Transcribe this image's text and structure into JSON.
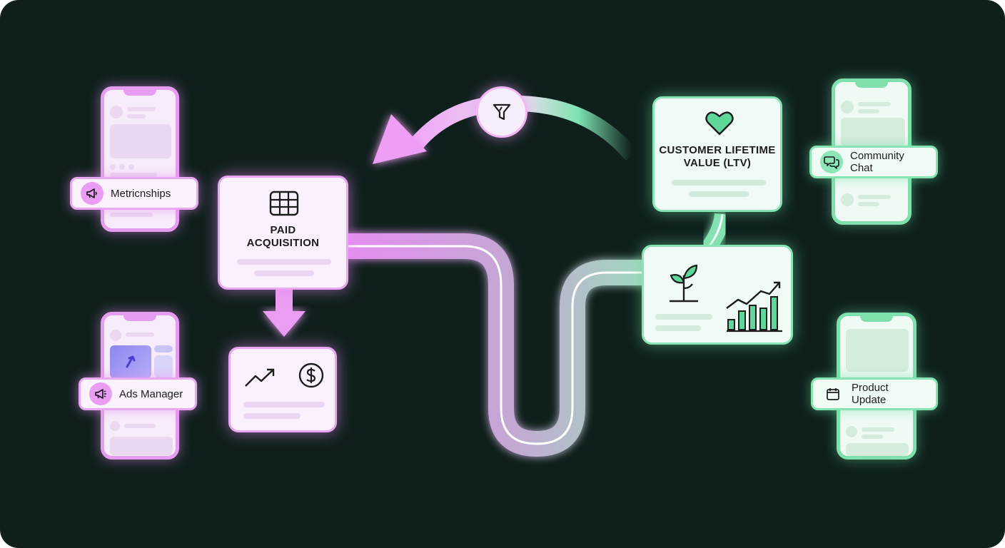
{
  "colors": {
    "background": "#0f1f1c",
    "pink_accent": "#e69cf0",
    "green_accent": "#7fe0ad"
  },
  "left_pills": {
    "metricnships": {
      "label": "Metricnships",
      "icon": "megaphone-icon"
    },
    "ads_manager": {
      "label": "Ads Manager",
      "icon": "megaphone-icon"
    }
  },
  "right_pills": {
    "community_chat": {
      "label": "Community Chat",
      "icon": "chat-bubbles-icon"
    },
    "product_update": {
      "label": "Product Update",
      "icon": "calendar-icon"
    }
  },
  "paid_acquisition": {
    "title_line1": "PAID",
    "title_line2": "ACQUISITION",
    "icon": "credit-card-chip-icon"
  },
  "revenue_card": {
    "icons": [
      "trend-up-icon",
      "dollar-coin-icon"
    ]
  },
  "ltv_card": {
    "title_line1": "CUSTOMER LIFETIME",
    "title_line2": "VALUE (LTV)",
    "icon": "heart-icon"
  },
  "growth_card": {
    "icons": [
      "sprout-icon",
      "bar-chart-growth-icon"
    ]
  },
  "funnel_node": {
    "icon": "funnel-icon"
  }
}
